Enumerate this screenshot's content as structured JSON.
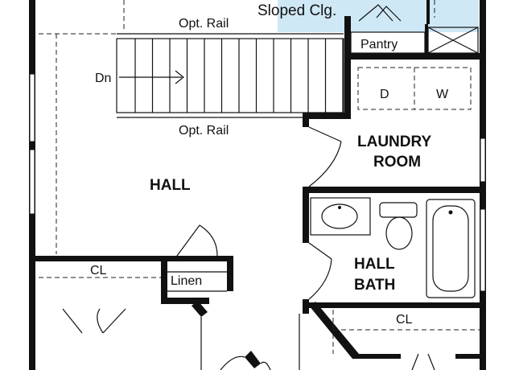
{
  "floor_plan": {
    "labels": {
      "sloped_ceiling": "Sloped Clg.",
      "rail_top": "Opt. Rail",
      "rail_bottom": "Opt. Rail",
      "stair_down": "Dn",
      "pantry": "Pantry",
      "dryer": "D",
      "washer": "W",
      "laundry_line1": "LAUNDRY",
      "laundry_line2": "ROOM",
      "hall": "HALL",
      "closet_left": "CL",
      "linen": "Linen",
      "hall_bath_line1": "HALL",
      "hall_bath_line2": "BATH",
      "closet_right": "CL"
    },
    "colors": {
      "wall": "#111111",
      "sloped_area": "#cfe8f5",
      "background": "#ffffff"
    }
  }
}
